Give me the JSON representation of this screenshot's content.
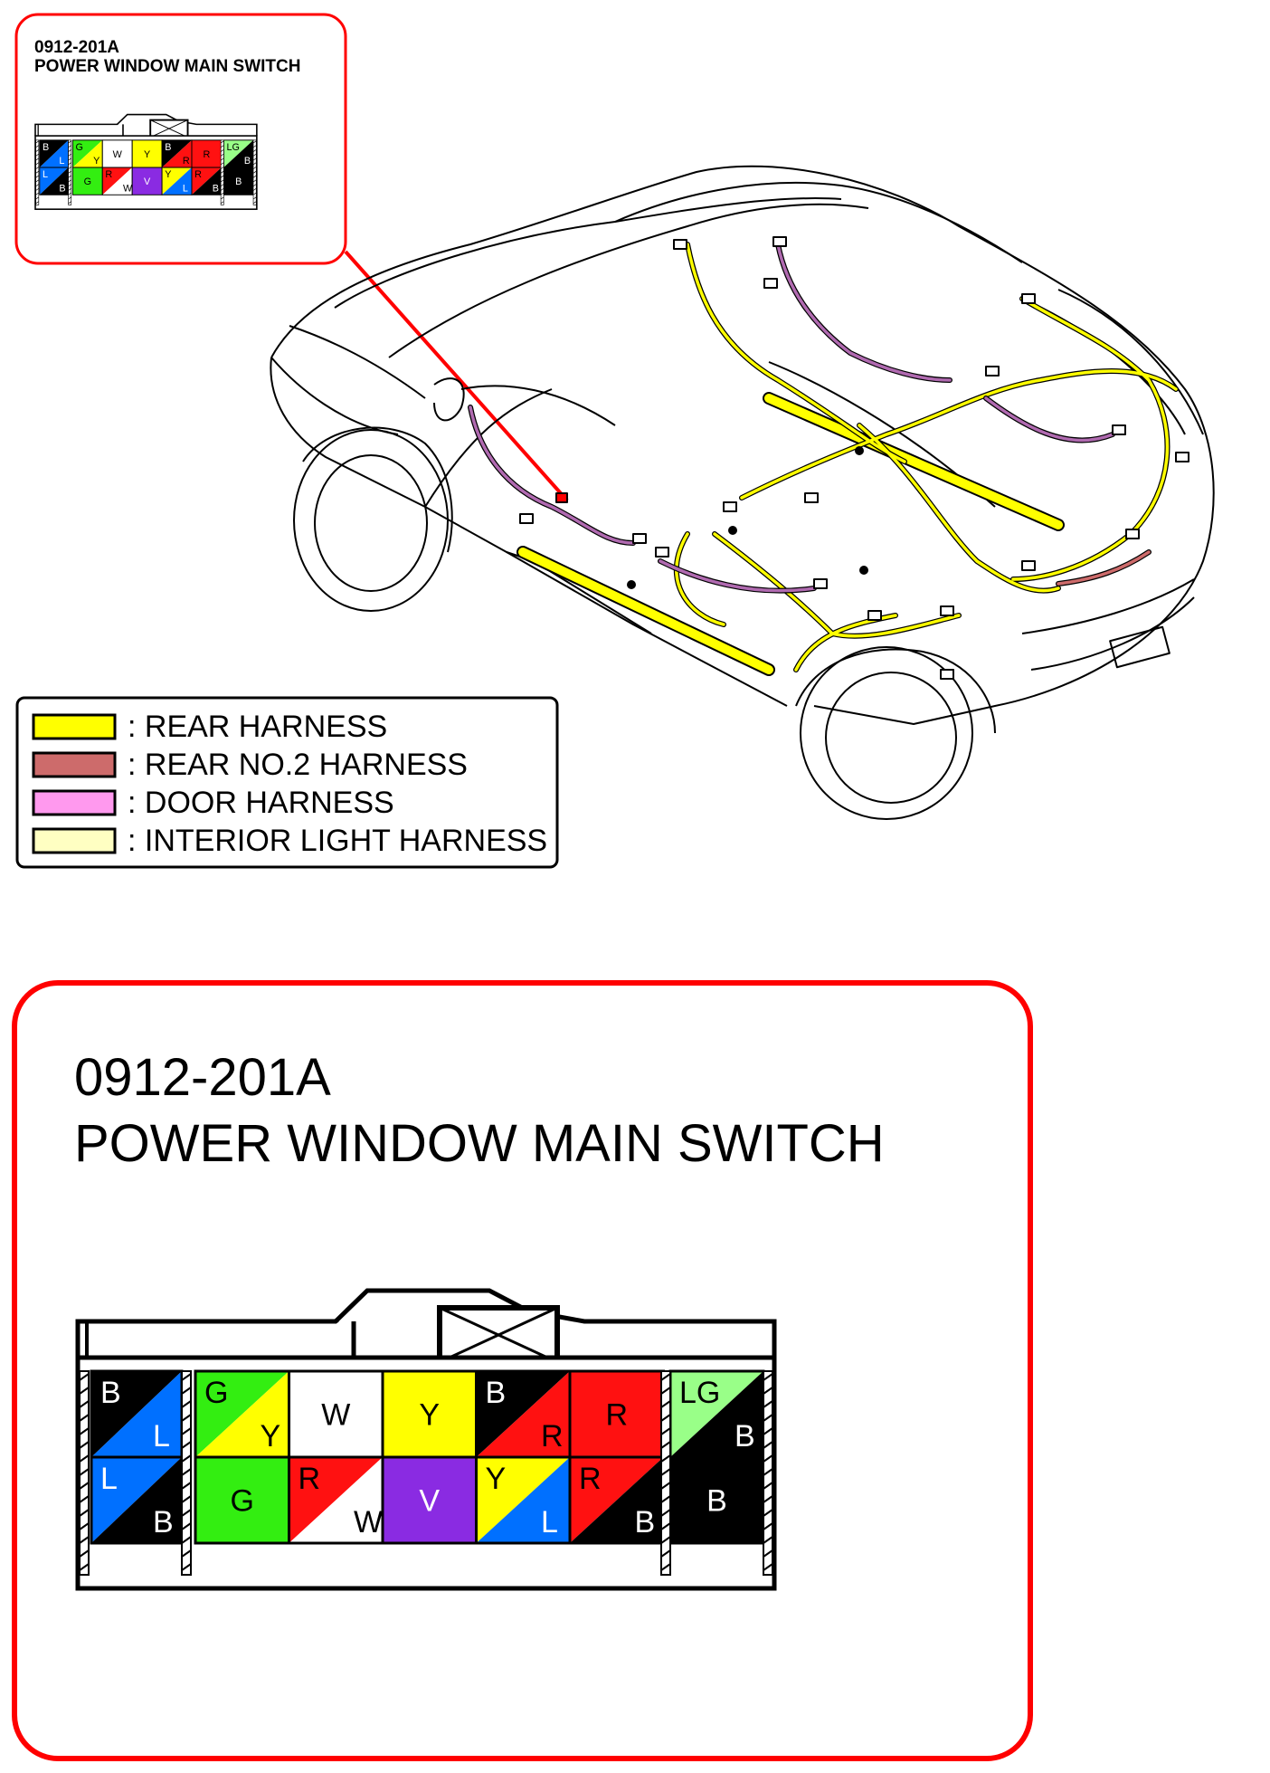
{
  "connector": {
    "code": "0912-201A",
    "name": "POWER WINDOW MAIN SWITCH"
  },
  "legend": [
    {
      "label": ": REAR HARNESS",
      "color": "#ffff00"
    },
    {
      "label": ": REAR NO.2 HARNESS",
      "color": "#cd6b6b"
    },
    {
      "label": ": DOOR HARNESS",
      "color": "#ff99ee"
    },
    {
      "label": ": INTERIOR LIGHT HARNESS",
      "color": "#ffffc2"
    }
  ],
  "wire_colors": {
    "B": "#000000",
    "L": "#0070ff",
    "G": "#33ee11",
    "Y": "#ffff00",
    "W": "#ffffff",
    "R": "#ff1111",
    "V": "#8a2be2",
    "LG": "#99ff88"
  },
  "pins": [
    {
      "top": "B",
      "bottom": "L"
    },
    {
      "top": "G",
      "bottom": "Y"
    },
    {
      "top": "W",
      "bottom": ""
    },
    {
      "top": "Y",
      "bottom": ""
    },
    {
      "top": "B",
      "bottom": "R"
    },
    {
      "top": "R",
      "bottom": ""
    },
    {
      "top": "LG",
      "bottom": "B"
    },
    {
      "top": "L",
      "bottom": "B"
    },
    {
      "top": "G",
      "bottom": ""
    },
    {
      "top": "R",
      "bottom": "W"
    },
    {
      "top": "V",
      "bottom": ""
    },
    {
      "top": "Y",
      "bottom": "L"
    },
    {
      "top": "R",
      "bottom": "B"
    },
    {
      "top": "B",
      "bottom": ""
    }
  ],
  "harness_colors": {
    "rear": "#ffff00",
    "rear_no2": "#cd6b6b",
    "door": "#b06ab0",
    "callout": "#ff0000"
  }
}
